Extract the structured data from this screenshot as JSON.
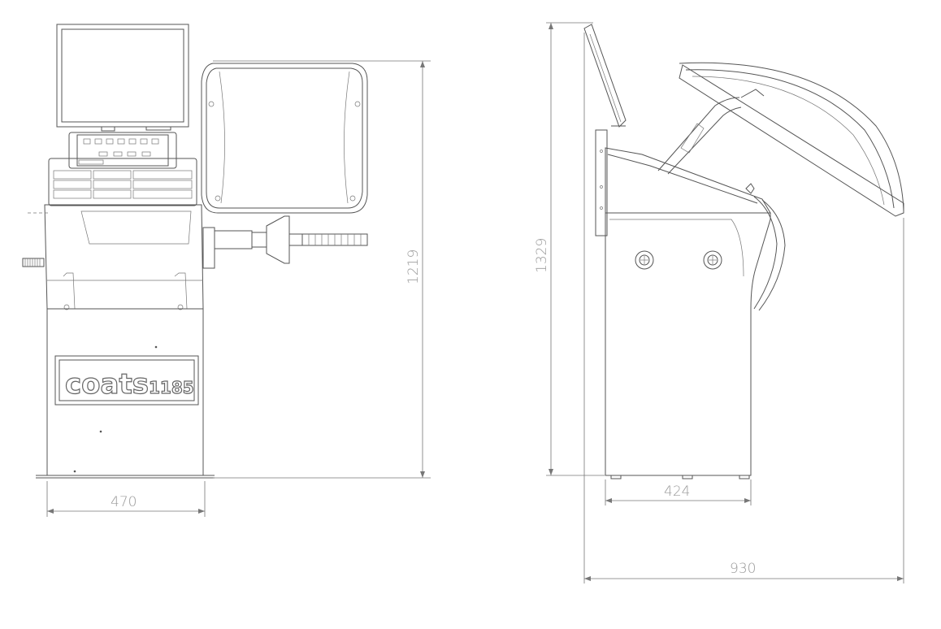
{
  "front_view": {
    "brand": "coats",
    "model": "1185",
    "width_dim": "470",
    "height_dim": "1219"
  },
  "side_view": {
    "height_dim": "1329",
    "base_dim": "424",
    "depth_dim": "930"
  }
}
